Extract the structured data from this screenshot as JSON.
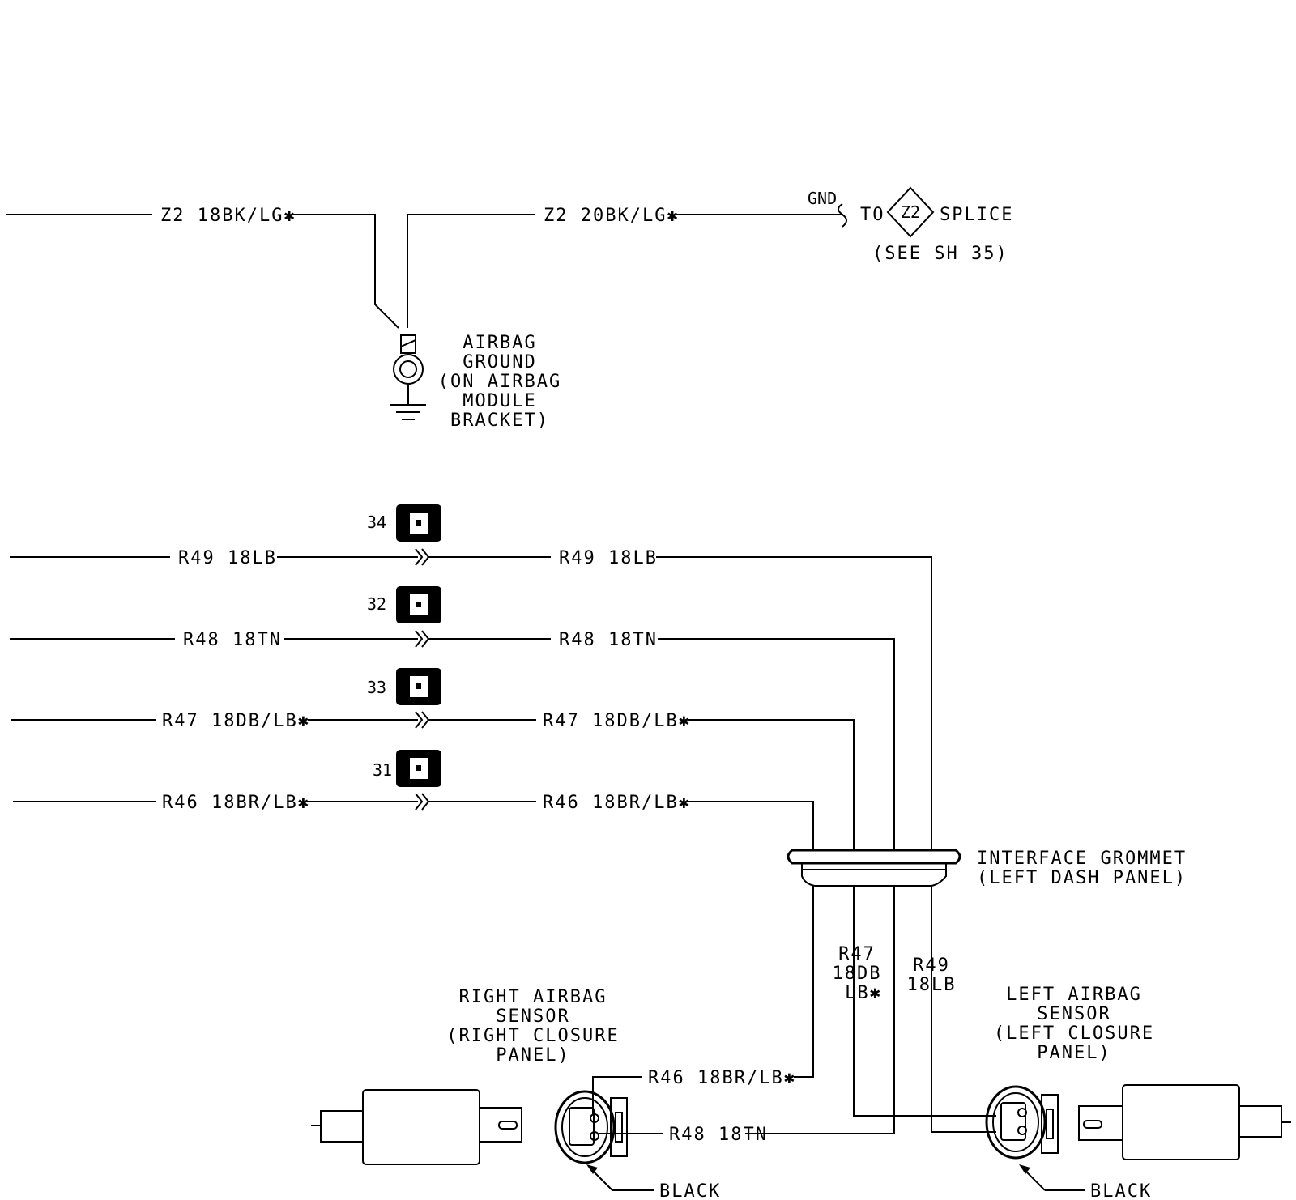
{
  "ground": {
    "wire_left": "Z2 18BK/LG✱",
    "wire_right": "Z2 20BK/LG✱",
    "gnd_label": "GND",
    "to_label": "TO",
    "splice_code": "Z2",
    "splice_label": "SPLICE",
    "see_sheet": "(SEE SH 35)",
    "airbag_ground": [
      "AIRBAG",
      "GROUND",
      "(ON AIRBAG",
      "MODULE",
      "BRACKET)"
    ]
  },
  "circuits": [
    {
      "connector": "34",
      "left_label": "R49 18LB",
      "right_label": "R49 18LB"
    },
    {
      "connector": "32",
      "left_label": "R48 18TN",
      "right_label": "R48 18TN"
    },
    {
      "connector": "33",
      "left_label": "R47 18DB/LB✱",
      "right_label": "R47 18DB/LB✱"
    },
    {
      "connector": "31",
      "left_label": "R46 18BR/LB✱",
      "right_label": "R46 18BR/LB✱"
    }
  ],
  "grommet": [
    "INTERFACE GROMMET",
    "(LEFT DASH PANEL)"
  ],
  "drop_labels": {
    "r47": [
      "R47",
      "18DB",
      "LB✱"
    ],
    "r49": [
      "R49",
      "18LB"
    ]
  },
  "right_sensor": {
    "title": [
      "RIGHT AIRBAG",
      "SENSOR",
      "(RIGHT CLOSURE",
      "PANEL)"
    ],
    "wire_top": "R46 18BR/LB✱",
    "wire_bottom": "R48 18TN",
    "connector_color": "BLACK"
  },
  "left_sensor": {
    "title": [
      "LEFT AIRBAG",
      "SENSOR",
      "(LEFT CLOSURE",
      "PANEL)"
    ],
    "connector_color": "BLACK"
  }
}
